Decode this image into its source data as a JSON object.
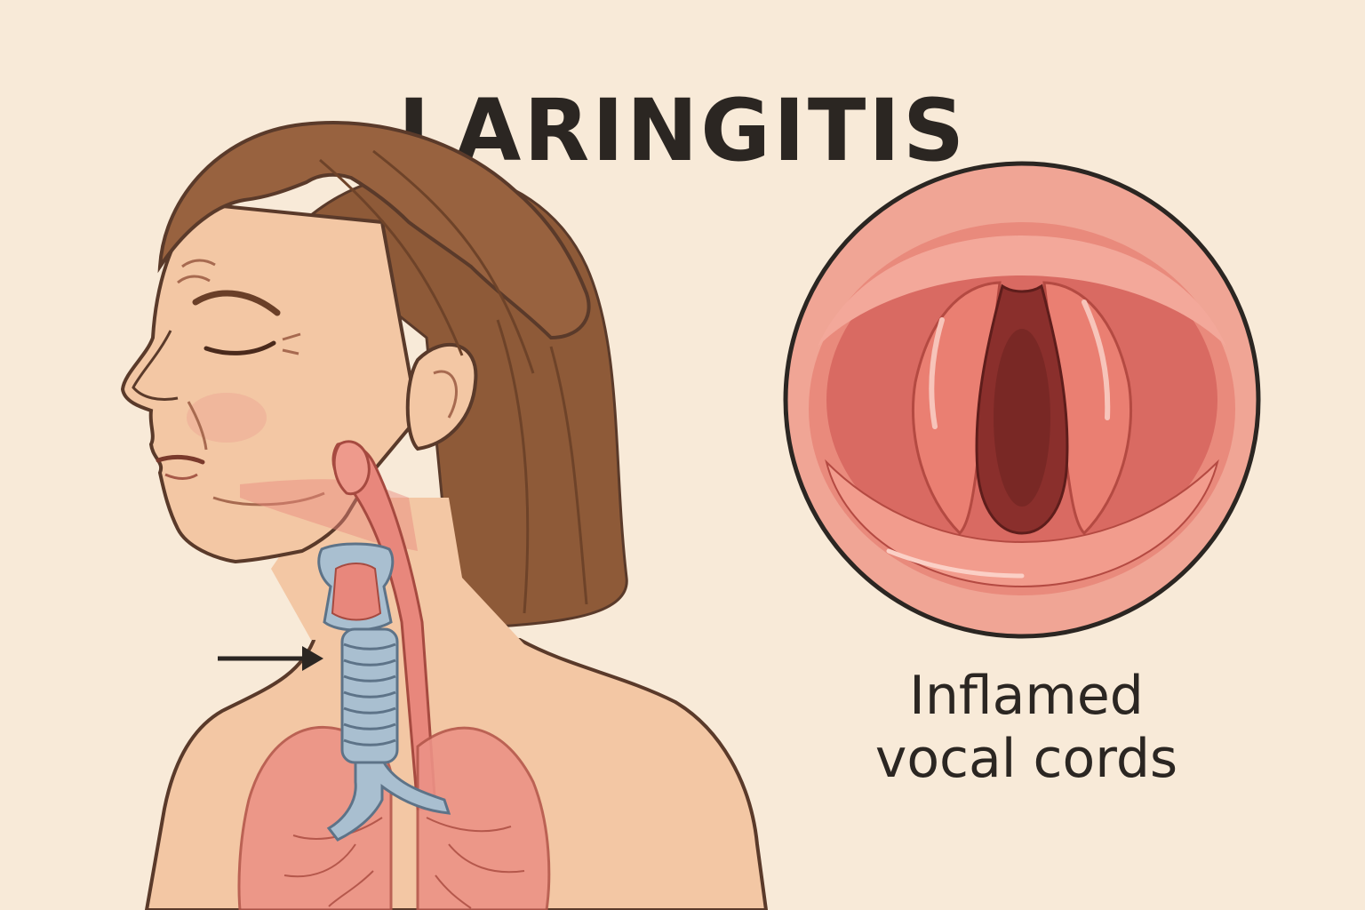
{
  "title": "LARINGITIS",
  "caption": {
    "line1": "Inflamed",
    "line2": "vocal cords"
  },
  "colors": {
    "background": "#f8ead8",
    "text": "#2b2622",
    "skin": "#f3c7a4",
    "hair": "#98623f",
    "inflamed_tissue": "#e8877c",
    "trachea": "#a9bfd0",
    "outline": "#5a3a2a"
  }
}
